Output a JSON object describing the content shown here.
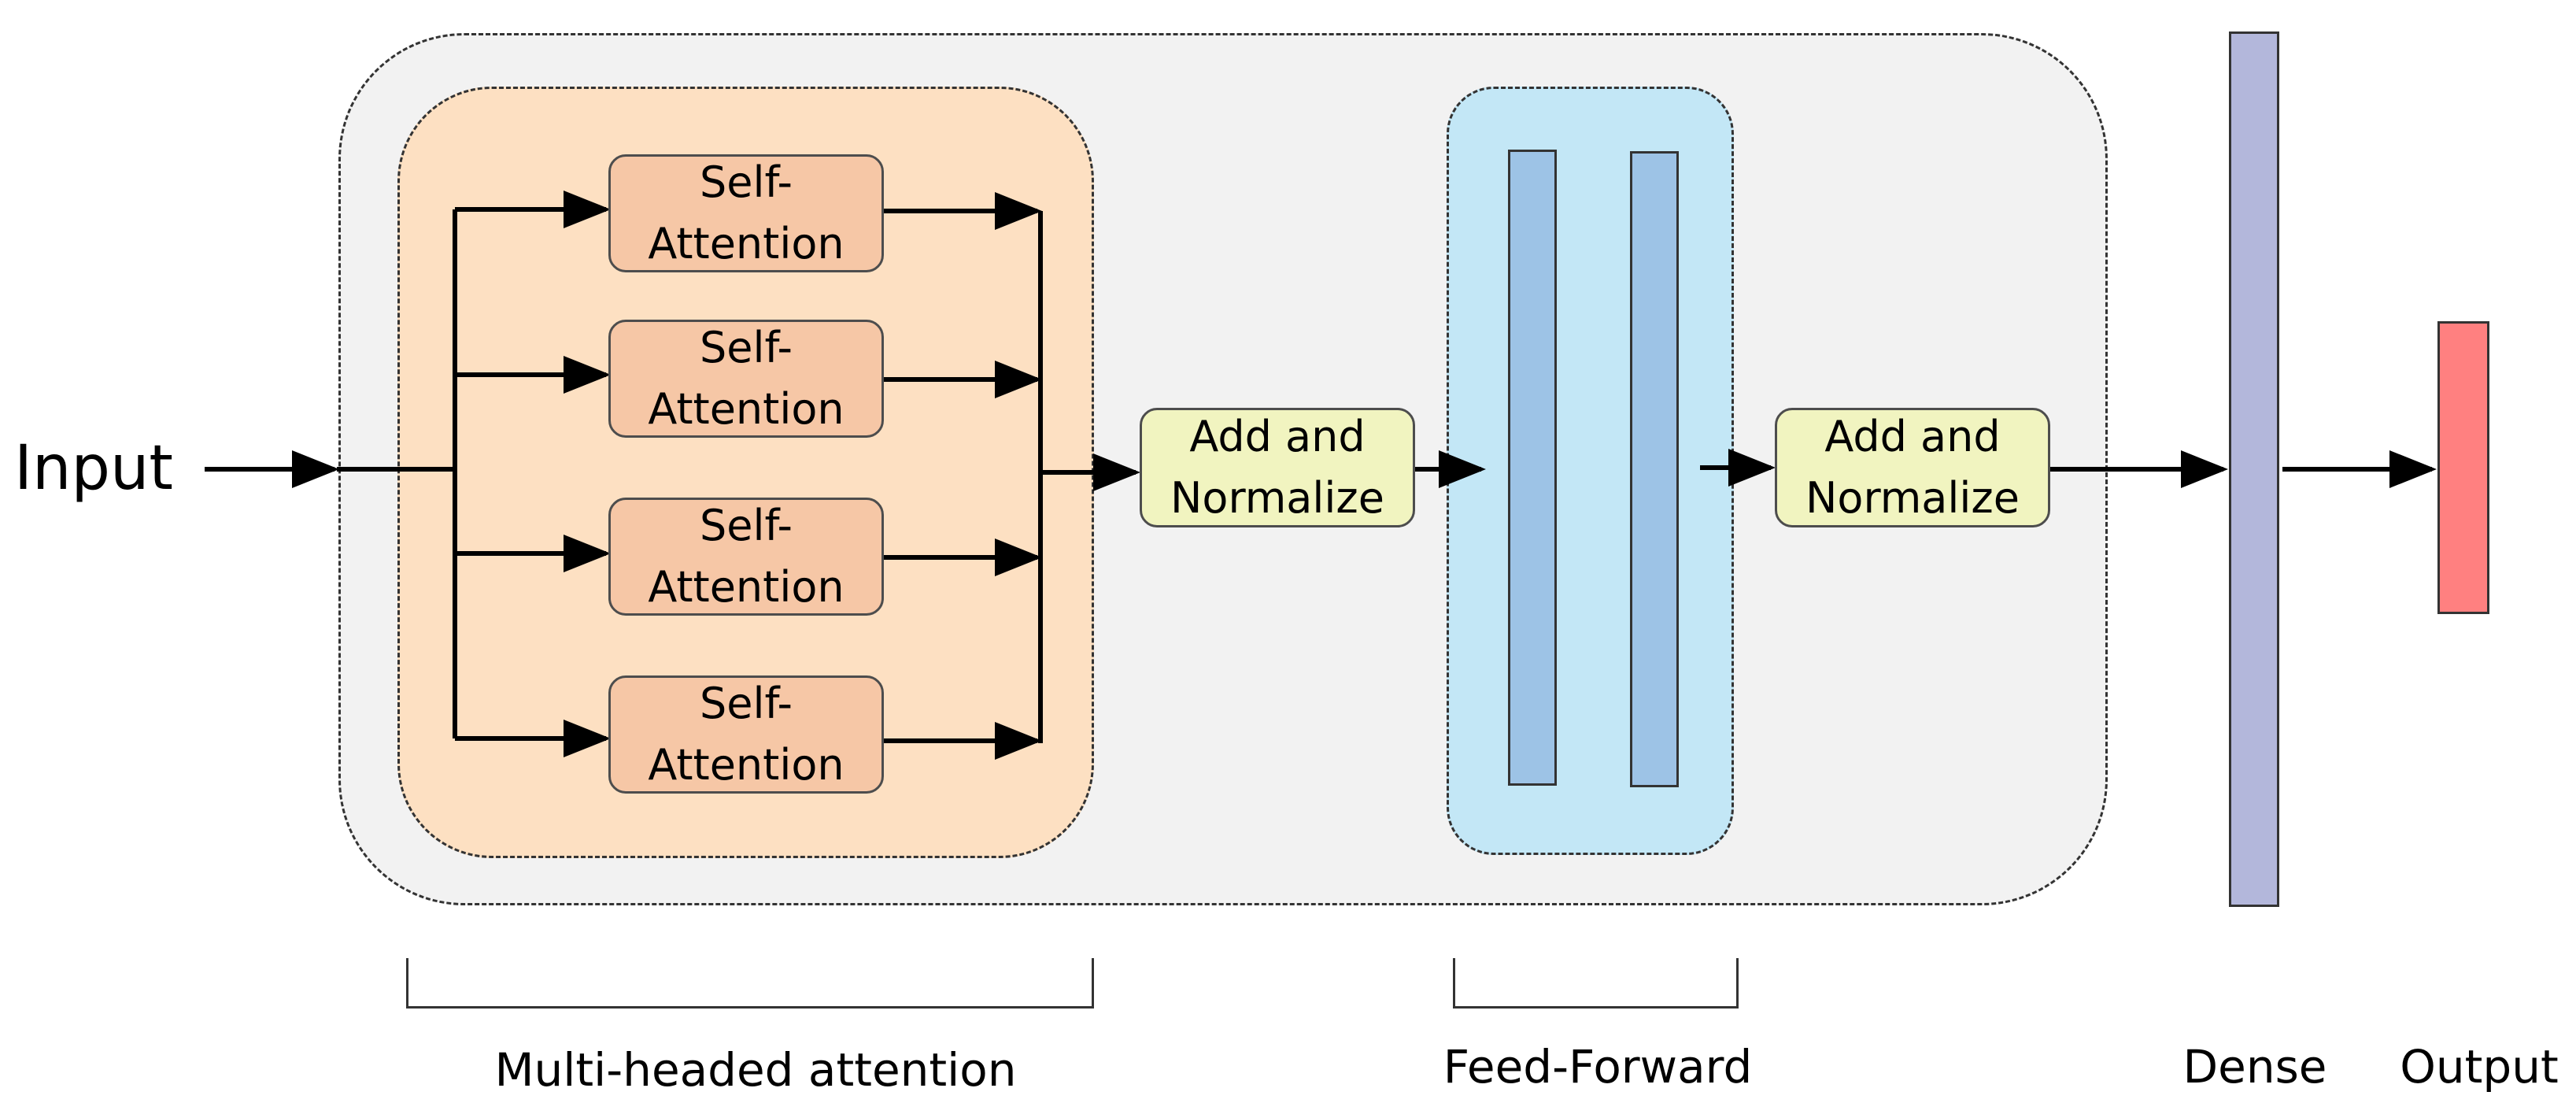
{
  "input_label": "Input",
  "attention_heads": [
    {
      "line1": "Self-",
      "line2": "Attention"
    },
    {
      "line1": "Self-",
      "line2": "Attention"
    },
    {
      "line1": "Self-",
      "line2": "Attention"
    },
    {
      "line1": "Self-",
      "line2": "Attention"
    }
  ],
  "add_norm_1": {
    "line1": "Add and",
    "line2": "Normalize"
  },
  "add_norm_2": {
    "line1": "Add and",
    "line2": "Normalize"
  },
  "labels": {
    "multi_headed_attention": "Multi-headed attention",
    "feed_forward": "Feed-Forward",
    "dense": "Dense",
    "output": "Output"
  },
  "colors": {
    "encoder_block_bg": "#f2f2f2",
    "attention_region_bg": "#fde0c2",
    "self_attention_box": "#f6c7a6",
    "add_normalize_box": "#f1f4c0",
    "feed_forward_region_bg": "#c3e7f6",
    "feed_forward_layer": "#9dc3e6",
    "dense_layer": "#b3b7db",
    "output_layer": "#ff8080"
  }
}
